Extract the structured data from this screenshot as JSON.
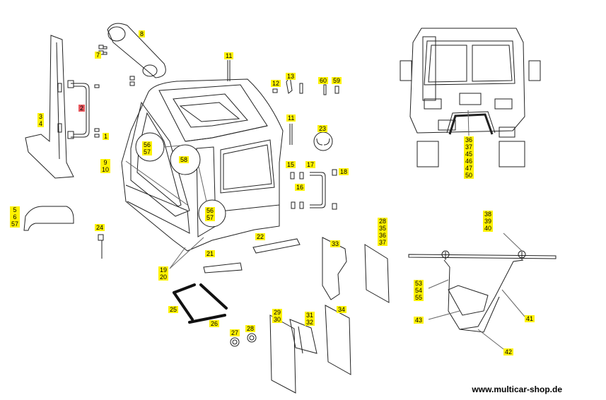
{
  "colors": {
    "highlight": "#fff200",
    "selected": "#e8595f"
  },
  "callouts": [
    {
      "id": "c8",
      "text": "8"
    },
    {
      "id": "c7",
      "text": "7"
    },
    {
      "id": "c11a",
      "text": "11"
    },
    {
      "id": "c12",
      "text": "12"
    },
    {
      "id": "c13",
      "text": "13"
    },
    {
      "id": "c60",
      "text": "60"
    },
    {
      "id": "c59",
      "text": "59"
    },
    {
      "id": "c2",
      "text": "2",
      "selected": true
    },
    {
      "id": "c34a",
      "text": "3\n4"
    },
    {
      "id": "c1",
      "text": "1"
    },
    {
      "id": "c11b",
      "text": "11"
    },
    {
      "id": "c23",
      "text": "23"
    },
    {
      "id": "c5657a",
      "text": "56\n57"
    },
    {
      "id": "c58",
      "text": "58"
    },
    {
      "id": "c910",
      "text": "9\n10"
    },
    {
      "id": "c15",
      "text": "15"
    },
    {
      "id": "c17",
      "text": "17"
    },
    {
      "id": "c18",
      "text": "18"
    },
    {
      "id": "c16",
      "text": "16"
    },
    {
      "id": "c56757",
      "text": "5\n6\n57"
    },
    {
      "id": "c5657b",
      "text": "56\n57"
    },
    {
      "id": "c24",
      "text": "24"
    },
    {
      "id": "c28",
      "text": "28\n35\n36\n37"
    },
    {
      "id": "c22",
      "text": "22"
    },
    {
      "id": "c33",
      "text": "33"
    },
    {
      "id": "c21",
      "text": "21"
    },
    {
      "id": "c1920",
      "text": "19\n20"
    },
    {
      "id": "c25",
      "text": "25"
    },
    {
      "id": "c26",
      "text": "26"
    },
    {
      "id": "c2930",
      "text": "29\n30"
    },
    {
      "id": "c3132",
      "text": "31\n32"
    },
    {
      "id": "c34b",
      "text": "34"
    },
    {
      "id": "c27",
      "text": "27"
    },
    {
      "id": "c28b",
      "text": "28"
    },
    {
      "id": "c36",
      "text": "36\n37\n45\n46\n47\n50"
    },
    {
      "id": "c38",
      "text": "38\n39\n40"
    },
    {
      "id": "c53",
      "text": "53\n54\n55"
    },
    {
      "id": "c43",
      "text": "43"
    },
    {
      "id": "c41",
      "text": "41"
    },
    {
      "id": "c42",
      "text": "42"
    }
  ],
  "footer": "www.multicar-shop.de"
}
